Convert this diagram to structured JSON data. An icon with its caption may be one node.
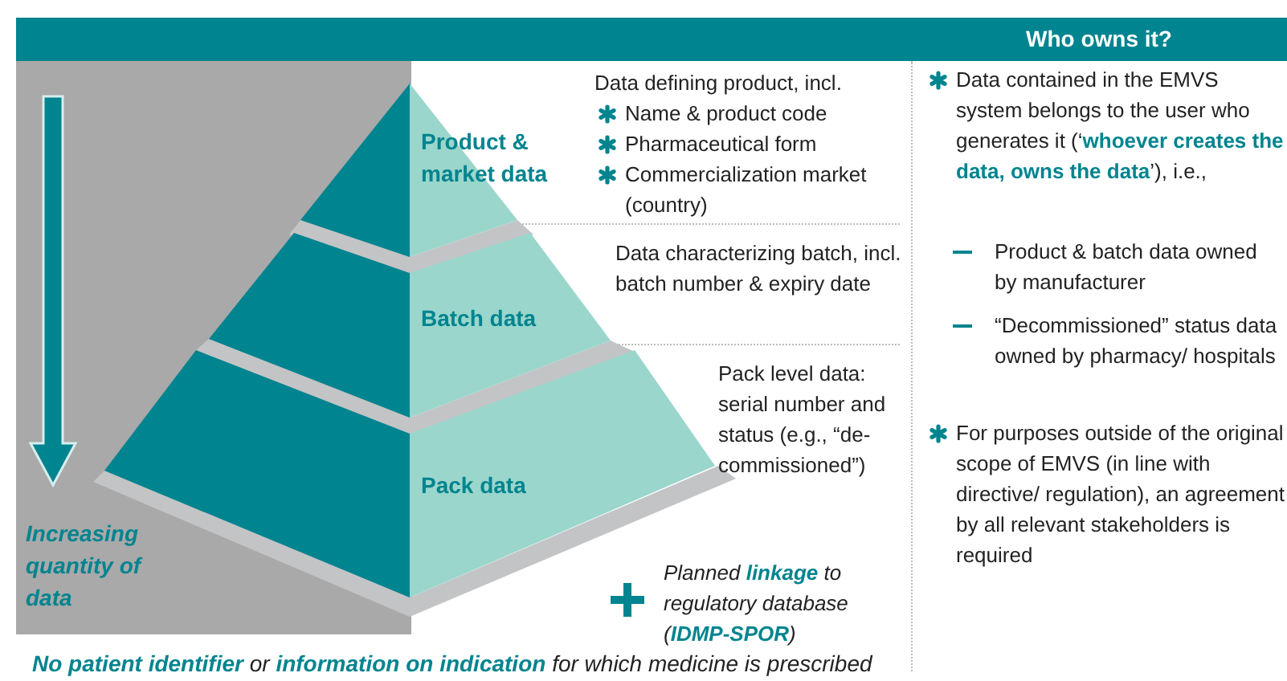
{
  "diagram": {
    "nodes": [
      {
        "text": [
          "Product & market data"
        ],
        "beside": [
          "Data defining product, incl.",
          "Name & product code",
          "Pharmaceutical form",
          "Commercialization market (country)"
        ]
      },
      {
        "text": [
          "Batch data"
        ],
        "beside": [
          "Data characterizing batch, incl. batch number & expiry date"
        ]
      },
      {
        "text": [
          "Pack data"
        ],
        "beside": [
          "Pack level data: serial number and status (e.g., “de-commissioned”)"
        ]
      }
    ],
    "edges": [],
    "labels": [
      "Who owns it?",
      "Data contained in the EMVS system belongs to the user who generates it (‘**whoever creates the data, owns the data**’), i.e.,",
      "Product & batch data owned by manufacturer",
      "“Decommissioned” status data owned by pharmacy/ hospitals",
      "For purposes outside of the original scope of EMVS (in line with directive/ regulation), an agreement by all relevant stakeholders is required",
      "Increasing quantity of data",
      "Planned **linkage** to regulatory database (**IDMP-SPOR**)",
      "**No patient identifier** or **information on indication** for which medicine is prescribed"
    ]
  }
}
